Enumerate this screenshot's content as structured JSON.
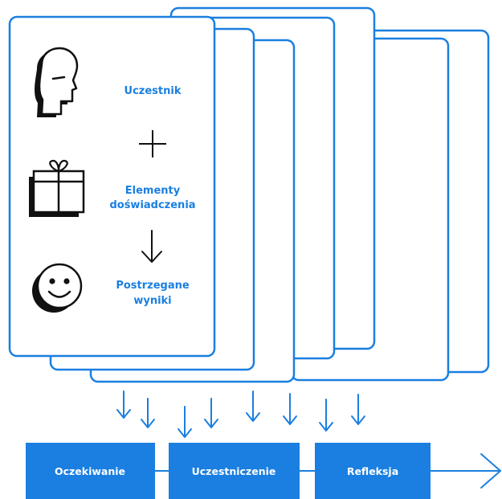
{
  "card": {
    "participant_label": "Uczestnik",
    "elements_label_line1": "Elementy",
    "elements_label_line2": "doświadczenia",
    "outcomes_label_line1": "Postrzegane",
    "outcomes_label_line2": "wyniki"
  },
  "stages": [
    {
      "label": "Oczekiwanie"
    },
    {
      "label": "Uczestniczenie"
    },
    {
      "label": "Refleksja"
    }
  ],
  "colors": {
    "accent": "#1a7fe0",
    "ink": "#111111",
    "background": "#ffffff"
  },
  "icons": [
    "head-profile-icon",
    "plus-icon",
    "gift-box-icon",
    "down-arrow-icon",
    "smiley-face-icon"
  ]
}
